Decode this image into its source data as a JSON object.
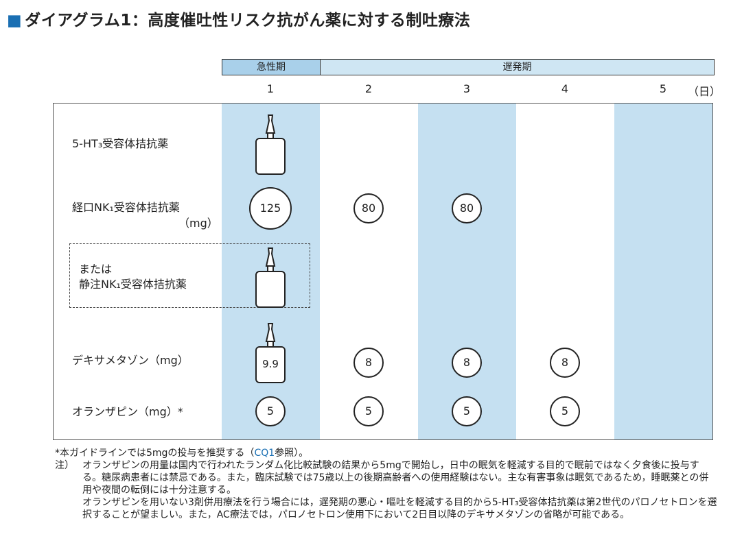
{
  "title": "ダイアグラム1：高度催吐性リスク抗がん薬に対する制吐療法",
  "phases": {
    "acute": "急性期",
    "delayed": "遅発期"
  },
  "days": [
    "1",
    "2",
    "3",
    "4",
    "5"
  ],
  "day_unit": "（日）",
  "rows": {
    "ht3": "5-HT₃受容体拮抗薬",
    "nk1_oral_1": "経口NK₁受容体拮抗薬",
    "nk1_oral_2": "（mg）",
    "nk1_iv_1": "または",
    "nk1_iv_2": "静注NK₁受容体拮抗薬",
    "dex": "デキサメタゾン（mg）",
    "olz": "オランザピン（mg）*"
  },
  "doses": {
    "nk1": [
      "125",
      "80",
      "80"
    ],
    "dex": [
      "9.9",
      "8",
      "8",
      "8"
    ],
    "olz": [
      "5",
      "5",
      "5",
      "5"
    ]
  },
  "colors": {
    "title_square": "#1a6fb3",
    "acute_fill": "#a9d0ea",
    "band_fill": "#c5e0f1",
    "phase_fill": "#cfe6f3"
  },
  "notes": {
    "star_pre": "*本ガイドラインでは5mgの投与を推奨する（",
    "star_link": "CQ1",
    "star_post": "参照）。",
    "note_label": "注）",
    "note1": "オランザピンの用量は国内で行われたランダム化比較試験の結果から5mgで開始し，日中の眠気を軽減する目的で眠前ではなく夕食後に投与する。糖尿病患者には禁忌である。また，臨床試験では75歳以上の後期高齢者への使用経験はない。主な有害事象は眠気であるため，睡眠薬との併用や夜間の転倒には十分注意する。",
    "note2": "オランザピンを用いない3剤併用療法を行う場合には，遅発期の悪心・嘔吐を軽減する目的から5-HT₃受容体拮抗薬は第2世代のパロノセトロンを選択することが望ましい。また，AC療法では，パロノセトロン使用下において2日目以降のデキサメタゾンの省略が可能である。"
  }
}
